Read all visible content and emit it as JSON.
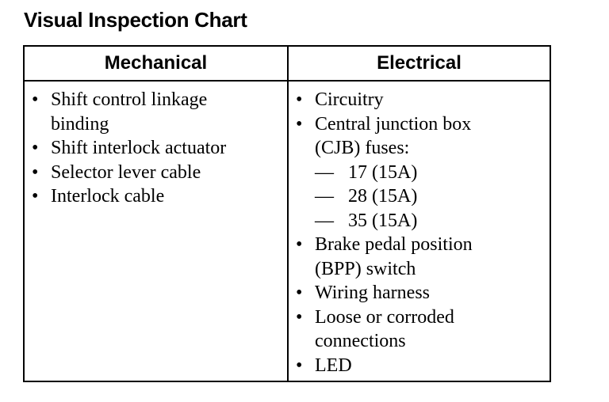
{
  "title": "Visual Inspection Chart",
  "columns": {
    "mechanical": {
      "header": "Mechanical",
      "items": [
        {
          "lines": [
            "Shift control linkage",
            "binding"
          ]
        },
        {
          "lines": [
            "Shift interlock actuator"
          ]
        },
        {
          "lines": [
            "Selector lever cable"
          ]
        },
        {
          "lines": [
            "Interlock cable"
          ]
        }
      ]
    },
    "electrical": {
      "header": "Electrical",
      "items": [
        {
          "lines": [
            "Circuitry"
          ]
        },
        {
          "lines": [
            "Central junction box",
            "(CJB) fuses:"
          ],
          "subitems": [
            "17 (15A)",
            "28 (15A)",
            "35 (15A)"
          ]
        },
        {
          "lines": [
            "Brake pedal position",
            "(BPP) switch"
          ]
        },
        {
          "lines": [
            "Wiring harness"
          ]
        },
        {
          "lines": [
            "Loose or corroded",
            "connections"
          ]
        },
        {
          "lines": [
            "LED"
          ]
        }
      ]
    }
  },
  "glyphs": {
    "bullet": "•",
    "dash": "—"
  }
}
